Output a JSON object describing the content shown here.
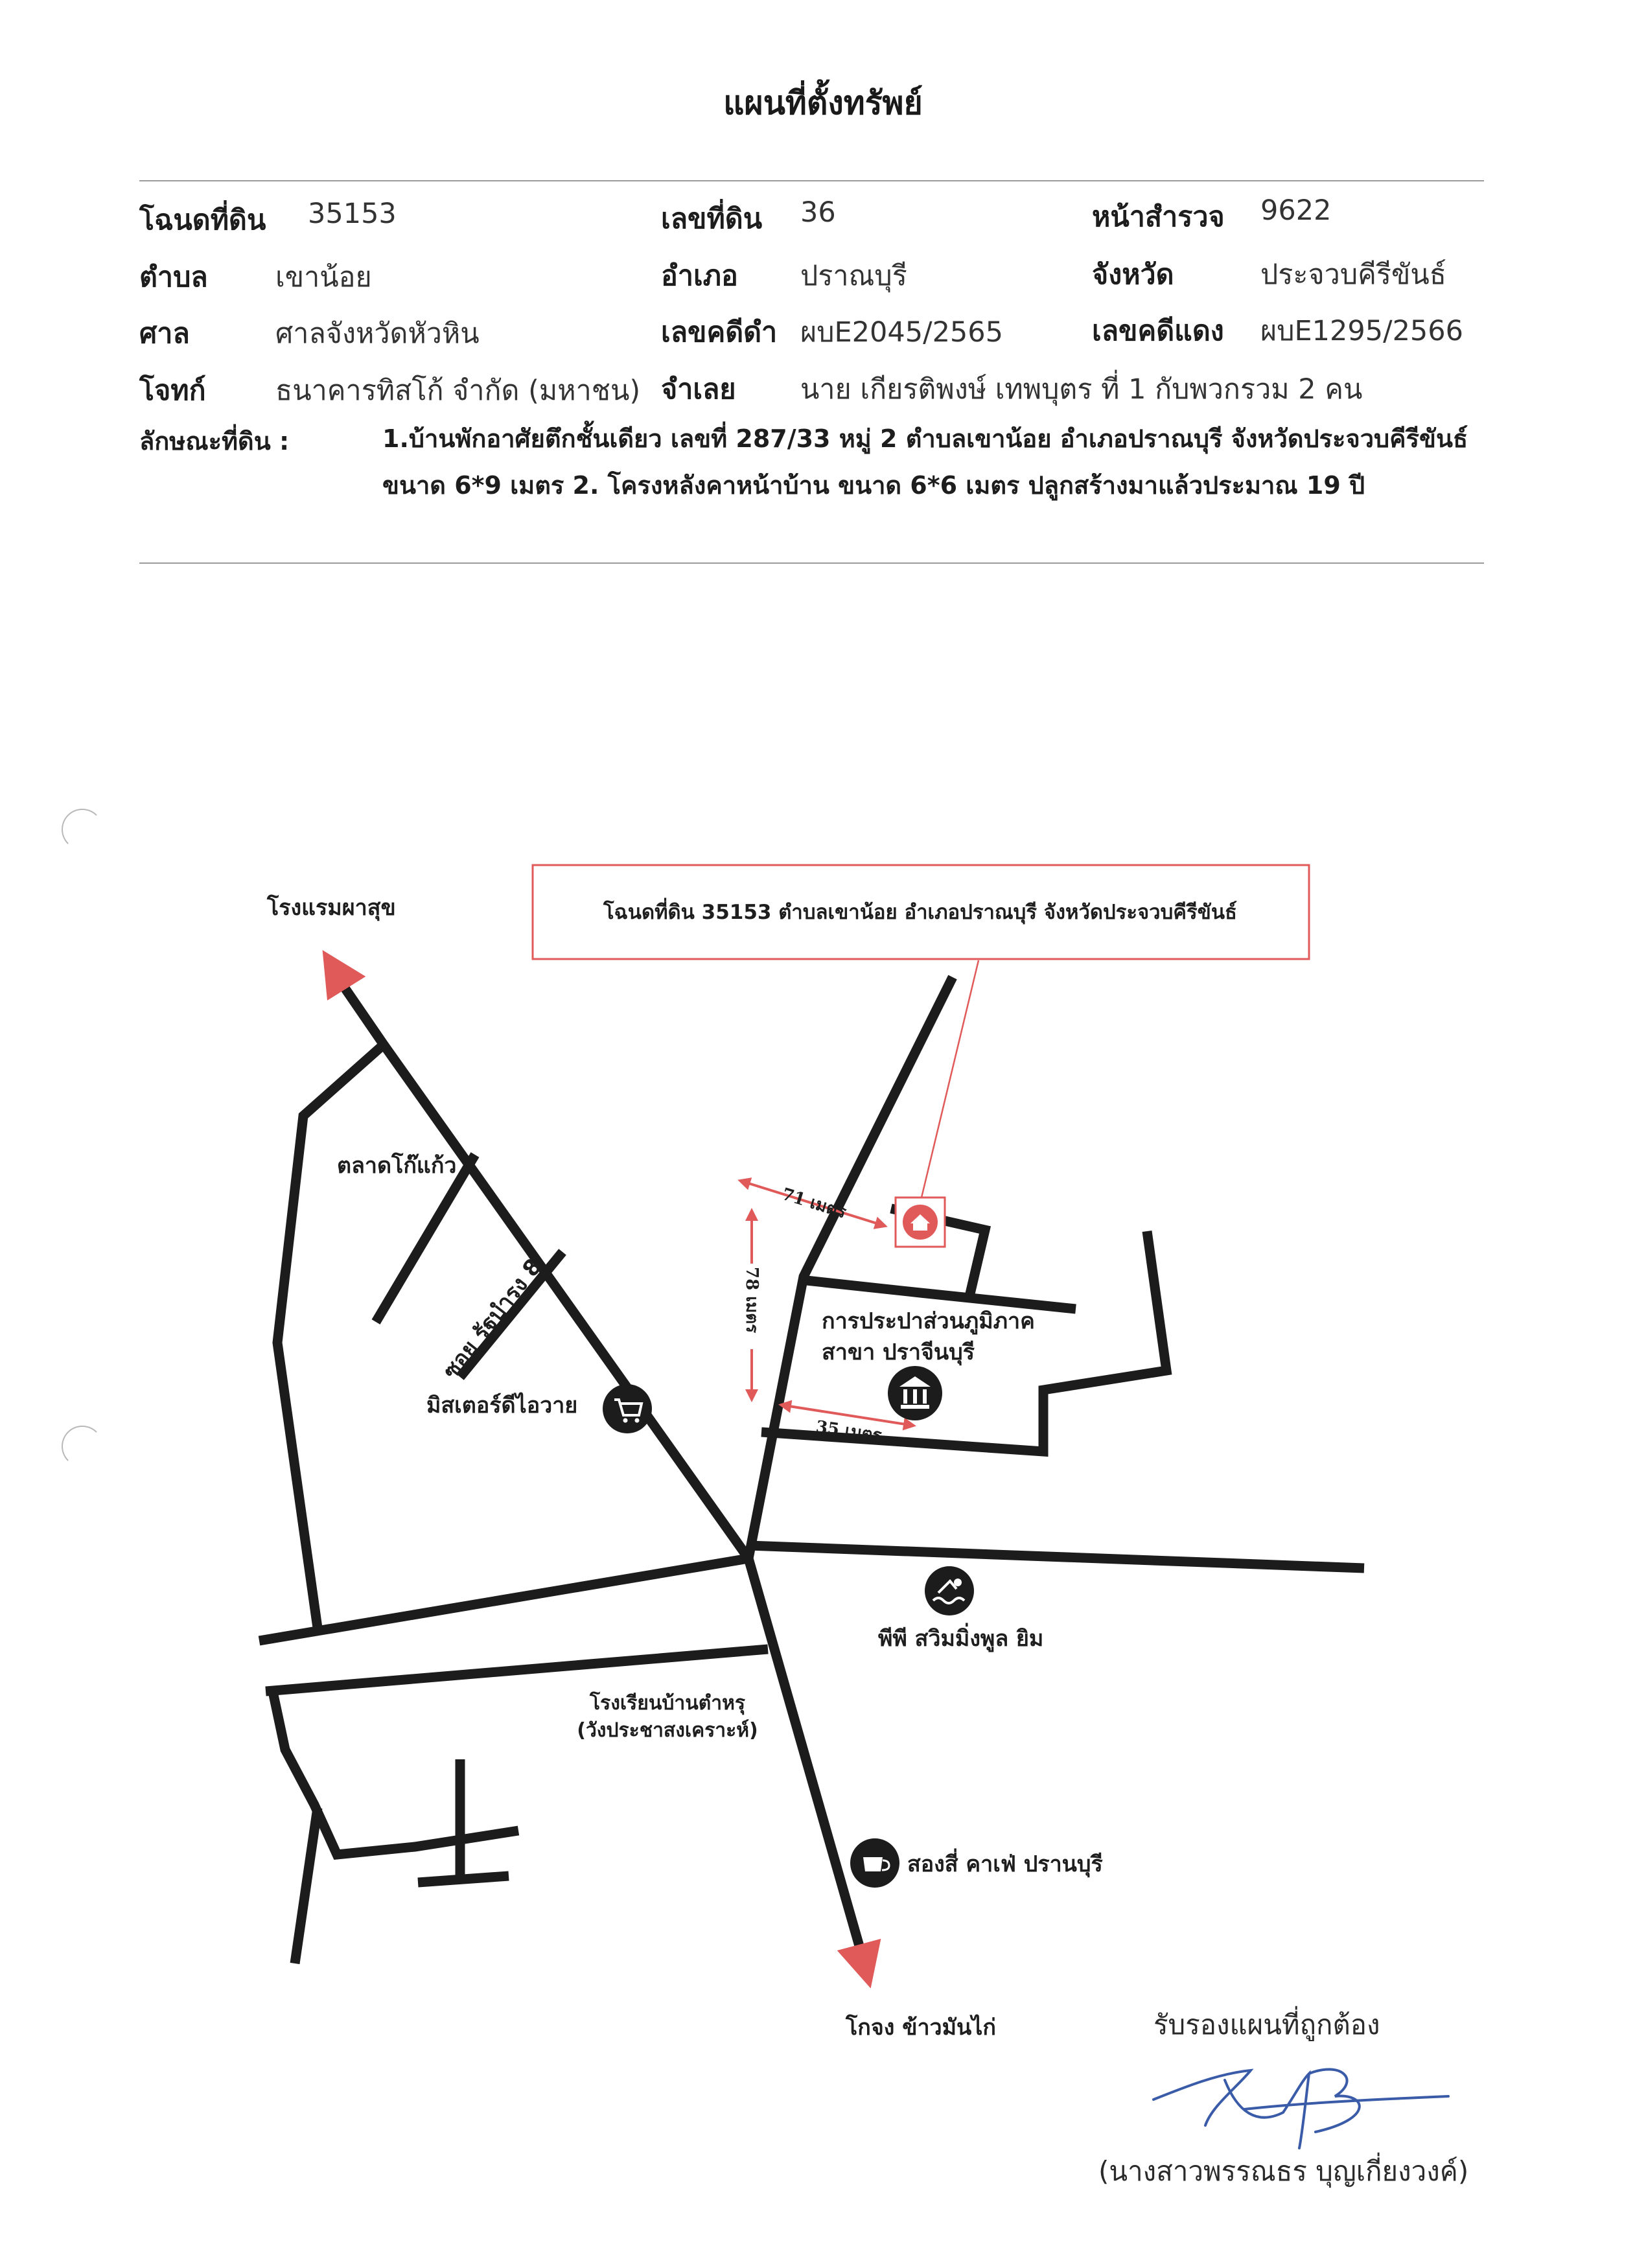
{
  "doc": {
    "title": "แผนที่ตั้งทรัพย์"
  },
  "info": {
    "deed_label": "โฉนดที่ดิน",
    "deed_value": "35153",
    "land_no_label": "เลขที่ดิน",
    "land_no_value": "36",
    "survey_label": "หน้าสำรวจ",
    "survey_value": "9622",
    "subdistrict_label": "ตำบล",
    "subdistrict_value": "เขาน้อย",
    "district_label": "อำเภอ",
    "district_value": "ปราณบุรี",
    "province_label": "จังหวัด",
    "province_value": "ประจวบคีรีขันธ์",
    "court_label": "ศาล",
    "court_value": "ศาลจังหวัดหัวหิน",
    "black_case_label": "เลขคดีดำ",
    "black_case_value": "ผบE2045/2565",
    "red_case_label": "เลขคดีแดง",
    "red_case_value": "ผบE1295/2566",
    "plaintiff_label": "โจทก์",
    "plaintiff_value": "ธนาคารทิสโก้ จำกัด (มหาชน)",
    "defendant_label": "จำเลย",
    "defendant_value": "นาย เกียรติพงษ์ เทพบุตร  ที่ 1  กับพวกรวม 2 คน",
    "land_desc_label": "ลักษณะที่ดิน :",
    "land_desc_line1": "1.บ้านพักอาศัยตึกชั้นเดียว เลขที่ 287/33 หมู่ 2 ตำบลเขาน้อย อำเภอปราณบุรี จังหวัดประจวบคีรีขันธ์",
    "land_desc_line2": "ขนาด 6*9 เมตร  2. โครงหลังคาหน้าบ้าน ขนาด 6*6 เมตร ปลูกสร้างมาแล้วประมาณ 19 ปี"
  },
  "map": {
    "callout": "โฉนดที่ดิน 35153 ตำบลเขาน้อย อำเภอปราณบุรี จังหวัดประจวบคีรีขันธ์",
    "hotel": "โรงแรมผาสุข",
    "market": "ตลาดโก๊แก้ว",
    "soi": "ซอย รัฐบำรุง 8",
    "mister_diy": "มิสเตอร์ดีไอวาย",
    "waterworks_line1": "การประปาส่วนภูมิภาค",
    "waterworks_line2": "สาขา ปราจีนบุรี",
    "dist_71": "71 เมตร",
    "dist_78": "78 เมตร",
    "dist_35": "35 เมตร",
    "pool": "พีพี สวิมมิ่งพูล ยิม",
    "school_line1": "โรงเรียนบ้านตำหรุ",
    "school_line2": "(วังประชาสงเคราะห์)",
    "cafe": "สองสี่ คาเฟ่ ปรานบุรี",
    "restaurant": "โกจง ข้าวมันไก่",
    "colors": {
      "accent": "#e05a5a",
      "road": "#1c1c1c",
      "icon_bg": "#1c1c1c"
    }
  },
  "signature": {
    "certify": "รับรองแผนที่ถูกต้อง",
    "name": "(นางสาวพรรณธร บุญเกี่ยงวงค์)"
  }
}
